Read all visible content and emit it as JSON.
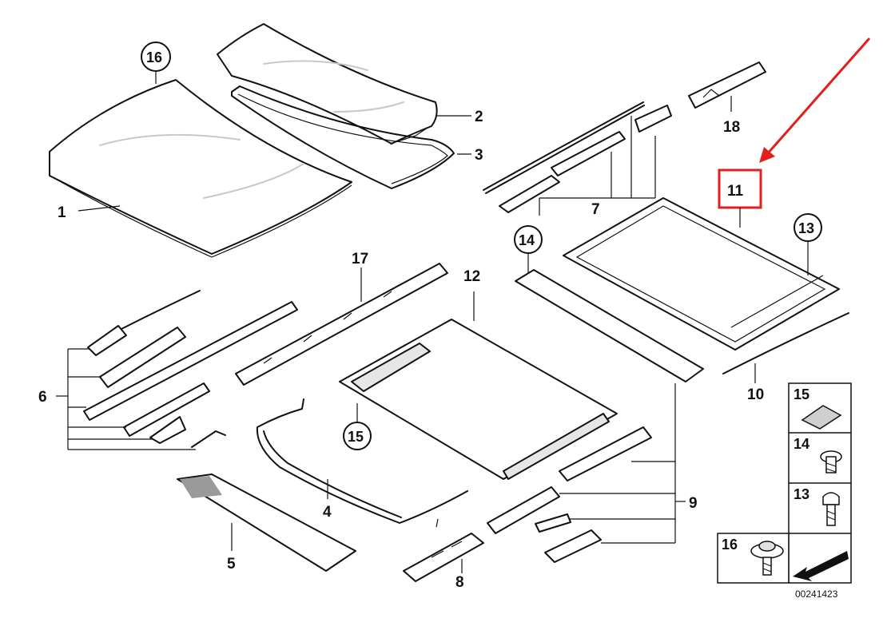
{
  "diagram": {
    "callouts": {
      "c1": "1",
      "c2": "2",
      "c3": "3",
      "c4": "4",
      "c5": "5",
      "c6": "6",
      "c7": "7",
      "c8": "8",
      "c9": "9",
      "c10": "10",
      "c11": "11",
      "c12": "12",
      "c13": "13",
      "c14": "14",
      "c15": "15",
      "c16": "16",
      "c17": "17",
      "c18": "18"
    },
    "legend": {
      "l15": "15",
      "l14": "14",
      "l13": "13",
      "l16": "16"
    },
    "reference_number": "00241423",
    "colors": {
      "highlight": "#e0201c",
      "line": "#111111"
    }
  }
}
